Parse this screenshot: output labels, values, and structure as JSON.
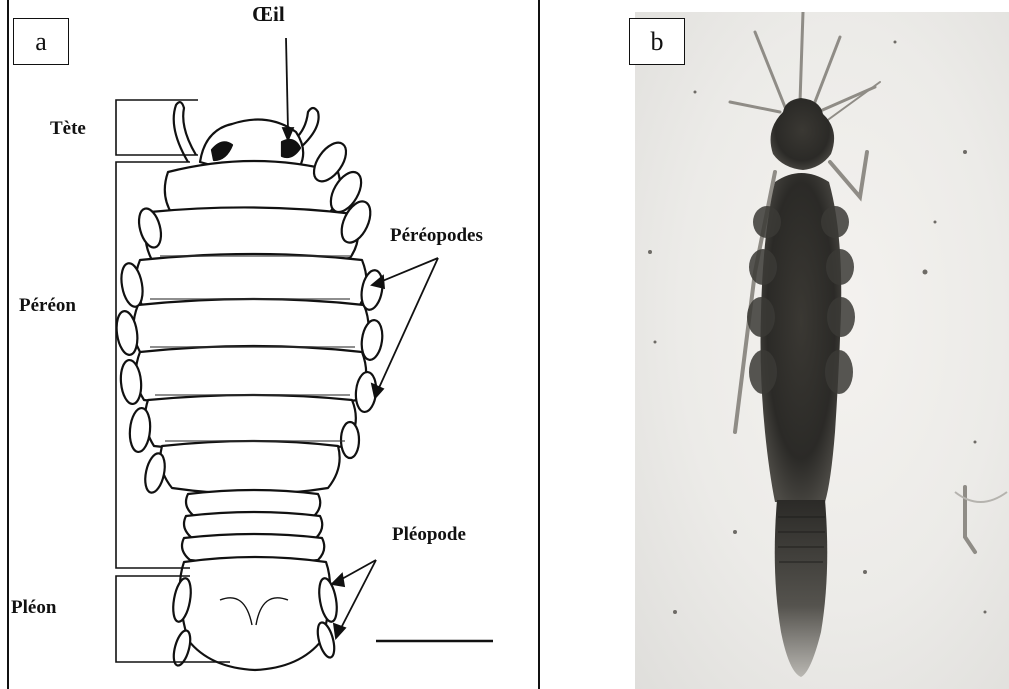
{
  "panels": {
    "a": {
      "tag": "a"
    },
    "b": {
      "tag": "b"
    }
  },
  "labels": {
    "eye": "Œil",
    "head": "Tète",
    "pereopods": "Péréopodes",
    "pereon": "Péréon",
    "pleopod": "Pléopode",
    "pleon": "Pléon"
  },
  "colors": {
    "ink": "#111111",
    "specimen": "#2b2a27",
    "background_b": "#ecebe8"
  }
}
